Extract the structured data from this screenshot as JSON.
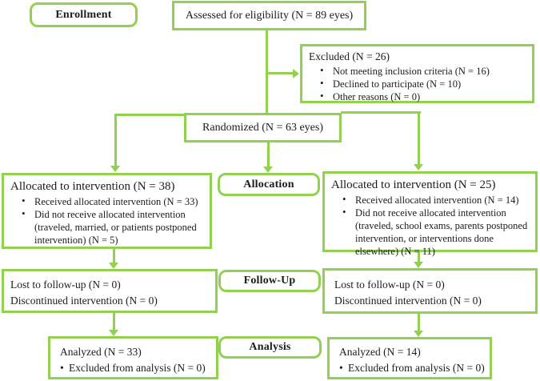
{
  "diagram": {
    "type": "CONSORT participant flow diagram",
    "accent_color": "#92d050",
    "text_color": "#1c1c1c"
  },
  "stage_labels": {
    "enrollment": "Enrollment",
    "allocation": "Allocation",
    "followup": "Follow-Up",
    "analysis": "Analysis"
  },
  "enrollment": {
    "assessed": "Assessed for eligibility (N = 89 eyes)",
    "excluded": {
      "title": "Excluded (N = 26)",
      "bullets": [
        "Not meeting inclusion criteria (N = 16)",
        "Declined to participate (N = 10)",
        "Other reasons (N = 0)"
      ]
    },
    "randomized": "Randomized (N = 63 eyes)"
  },
  "allocation": {
    "left": {
      "title": "Allocated to intervention (N = 38)",
      "bullets": [
        "Received allocated intervention (N = 33)",
        "Did not receive allocated intervention (traveled, married, or patients postponed intervention) (N = 5)"
      ]
    },
    "right": {
      "title": "Allocated to intervention (N = 25)",
      "bullets": [
        "Received allocated intervention (N = 14)",
        "Did not receive allocated intervention (traveled, school exams, parents postponed intervention, or interventions done elsewhere) (N = 11)"
      ]
    }
  },
  "followup": {
    "left": {
      "lines": [
        "Lost to follow-up (N = 0)",
        "Discontinued intervention (N = 0)"
      ]
    },
    "right": {
      "lines": [
        "Lost to follow-up (N = 0)",
        "Discontinued intervention (N = 0)"
      ]
    }
  },
  "analysis": {
    "left": {
      "title": "Analyzed (N = 33)",
      "bullet": "Excluded from analysis (N = 0)"
    },
    "right": {
      "title": "Analyzed (N = 14)",
      "bullet": "Excluded from analysis (N = 0)"
    }
  }
}
